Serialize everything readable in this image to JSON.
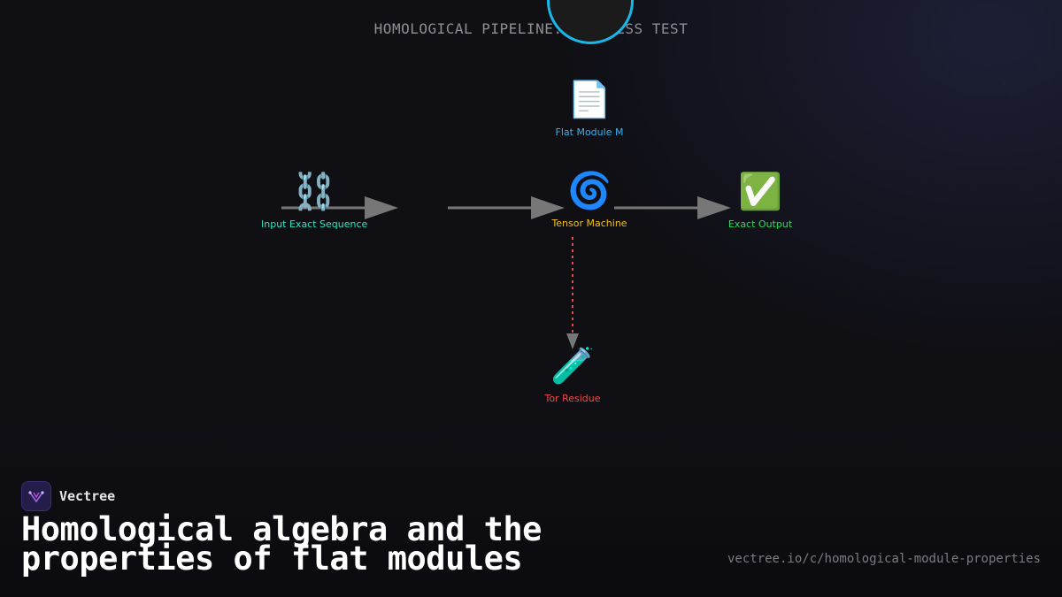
{
  "title": "HOMOLOGICAL PIPELINE: FLATNESS TEST",
  "colors": {
    "accent_ring": "#1ab8e8",
    "input": "#2ee6c4",
    "module": "#3ab0ee",
    "machine": "#f0c21a",
    "output": "#30d860",
    "residue": "#f04a4a",
    "edge": "#888888",
    "residue_edge": "#e04a4a"
  },
  "nodes": {
    "input": {
      "icon": "⛓️",
      "icon_name": "chain-links-icon",
      "label": "Input Exact Sequence"
    },
    "module": {
      "icon": "📄",
      "icon_name": "document-icon",
      "label": "Flat Module M"
    },
    "machine": {
      "icon": "🌀",
      "icon_name": "cyclone-icon",
      "label": "Tensor Machine"
    },
    "output": {
      "icon": "✅",
      "icon_name": "check-mark-icon",
      "label": "Exact Output"
    },
    "residue": {
      "icon": "🧪",
      "icon_name": "test-tube-icon",
      "label": "Tor Residue"
    }
  },
  "edges": [
    {
      "from": "input",
      "to": "machine",
      "style": "solid"
    },
    {
      "from": "machine",
      "to": "output",
      "style": "solid"
    },
    {
      "from": "machine",
      "to": "residue",
      "style": "dashed"
    }
  ],
  "brand": {
    "name": "Vectree",
    "logo_icon": "vectree-logo-icon"
  },
  "headline": "Homological algebra and the properties of flat modules",
  "url": "vectree.io/c/homological-module-properties"
}
